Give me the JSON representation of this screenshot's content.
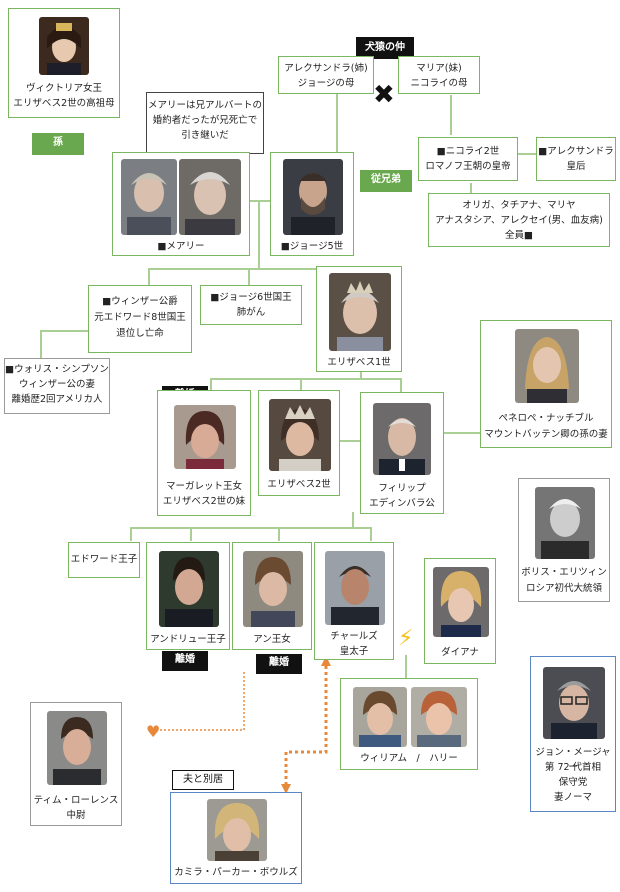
{
  "victoria": {
    "line1": "ヴィクトリア女王",
    "line2": "エリザベス2世の高祖母"
  },
  "grandchild_tag": "孫",
  "feud_tag": "犬猿の仲",
  "alexandra_sister": {
    "line1": "アレクサンドラ(姉)",
    "line2": "ジョージの母"
  },
  "maria_sister": {
    "line1": "マリア(妹)",
    "line2": "ニコライの母"
  },
  "mary_note": {
    "line1": "メアリーは兄アルバートの",
    "line2": "婚約者だったが兄死亡で",
    "line3": "引き継いだ"
  },
  "mary": "■メアリー",
  "george5": "■ジョージ5世",
  "cousin_tag": "従兄弟",
  "nicholas2": {
    "line1": "■ニコライ2世",
    "line2": "ロマノフ王朝の皇帝"
  },
  "alexandra_empress": {
    "line1": "■アレクサンドラ",
    "line2": "皇后"
  },
  "romanov_children": {
    "line1": "オリガ、タチアナ、マリヤ",
    "line2": "アナスタシア、アレクセイ(男、血友病)",
    "line3": "全員■"
  },
  "windsor": {
    "line1": "■ウィンザー公爵",
    "line2": "元エドワード8世国王",
    "line3": "退位し亡命"
  },
  "george6": {
    "line1": "■ジョージ6世国王",
    "line2": "肺がん"
  },
  "elizabeth1": "エリザベス1世",
  "wallis": {
    "line1": "■ウォリス・シンプソン",
    "line2": "ウィンザー公の妻",
    "line3": "離婚歴2回アメリカ人"
  },
  "penelope": {
    "line1": "ペネロペ・ナッチブル",
    "line2": "マウントバッテン卿の孫の妻"
  },
  "divorce_tag": "離婚",
  "margaret": {
    "line1": "マーガレット王女",
    "line2": "エリザベス2世の妹"
  },
  "elizabeth2": "エリザベス2世",
  "philip": {
    "line1": "フィリップ",
    "line2": "エディンバラ公"
  },
  "yeltsin": {
    "line1": "ボリス・エリツィン",
    "line2": "ロシア初代大統領"
  },
  "edward": "エドワード王子",
  "andrew": "アンドリュー王子",
  "anne": "アン王女",
  "charles": {
    "line1": "チャールズ",
    "line2": "皇太子"
  },
  "diana": "ダイアナ",
  "william_harry": "ウィリアム　/　ハリー",
  "major": {
    "line1": "ジョン・メージャー",
    "line2": "第 72 代首相",
    "line3": "保守党",
    "line4": "妻ノーマ"
  },
  "tim": {
    "line1": "ティム・ローレンス",
    "line2": "中尉"
  },
  "separated_tag": "夫と別居",
  "camilla": "カミラ・パーカー・ボウルズ",
  "colors": {
    "green": "#7bb661",
    "blue": "#5b86c4",
    "tag_black": "#111111",
    "tag_green": "#6aa84f",
    "orange": "#e8883a"
  }
}
